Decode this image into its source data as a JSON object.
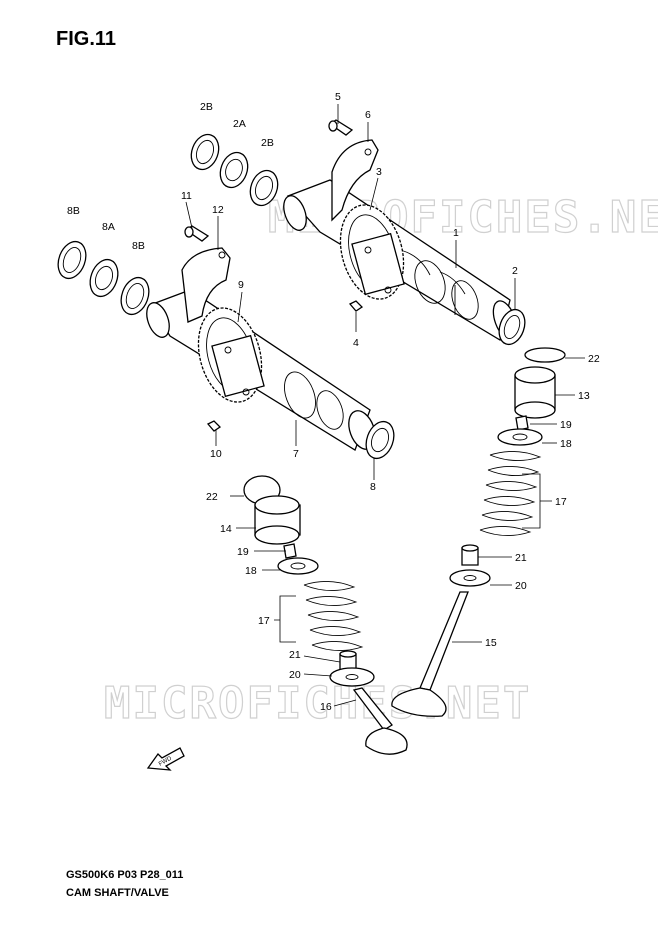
{
  "figure_title": "FIG.11",
  "footer": {
    "model_code": "GS500K6 P03 P28_011",
    "section": "CAM SHAFT/VALVE"
  },
  "watermark": "MICROFICHES.NET",
  "direction_label": "FWD",
  "callouts": {
    "c1": "1",
    "c2": "2",
    "c2a": "2A",
    "c2b_a": "2B",
    "c2b_b": "2B",
    "c3": "3",
    "c4": "4",
    "c5": "5",
    "c6": "6",
    "c7": "7",
    "c8": "8",
    "c8a": "8A",
    "c8b_a": "8B",
    "c8b_b": "8B",
    "c9": "9",
    "c10": "10",
    "c11": "11",
    "c12": "12",
    "c13": "13",
    "c14": "14",
    "c15": "15",
    "c16": "16",
    "c17_r": "17",
    "c17_l": "17",
    "c18_r": "18",
    "c18_l": "18",
    "c19_r": "19",
    "c19_l": "19",
    "c20_r": "20",
    "c20_l": "20",
    "c21_r": "21",
    "c21_l": "21",
    "c22_r": "22",
    "c22_l": "22"
  }
}
